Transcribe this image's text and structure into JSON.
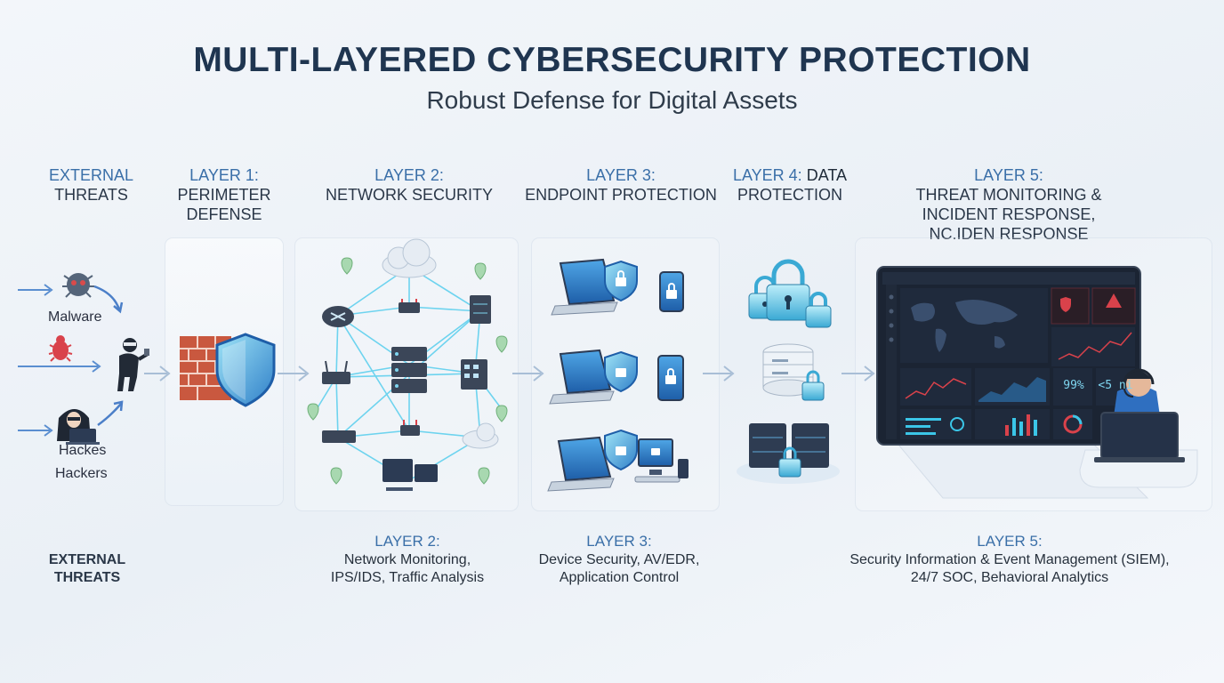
{
  "header": {
    "title": "MULTI-LAYERED CYBERSECURITY PROTECTION",
    "subtitle": "Robust Defense for Digital Assets"
  },
  "columns": {
    "external": {
      "line1": "EXTERNAL",
      "line2": "THREATS"
    },
    "layer1": {
      "line1": "LAYER 1:",
      "line2": "PERIMETER\nDEFENSE"
    },
    "layer2": {
      "line1": "LAYER 2:",
      "line2": "NETWORK SECURITY"
    },
    "layer3": {
      "line1": "LAYER 3:",
      "line2": "ENDPOINT PROTECTION"
    },
    "layer4": {
      "line1a": "LAYER 4:",
      "line1b": " DATA",
      "line2": "PROTECTION"
    },
    "layer5": {
      "line1": "LAYER 5:",
      "line2": "THREAT MONITORING &\nINCIDENT RESPONSE,\nNC.IDEN RESPONSE"
    }
  },
  "threats": {
    "malware_label": "Malware",
    "hackers_label_1": "Hackes",
    "hackers_label_2": "Hackers"
  },
  "bottom": {
    "external": {
      "text": "EXTERNAL\nTHREATS"
    },
    "layer2": {
      "heading": "LAYER 2:",
      "desc": "Network Monitoring,\nIPS/IDS, Traffic Analysis"
    },
    "layer3": {
      "heading": "LAYER 3:",
      "desc": "Device Security, AV/EDR,\nApplication Control"
    },
    "layer5": {
      "heading": "LAYER 5:",
      "desc": "Security Information & Event Management (SIEM),\n24/7 SOC, Behavioral Analytics"
    }
  },
  "dashboard": {
    "stat1": "99%",
    "stat2": "<5 ni"
  },
  "colors": {
    "accent_blue": "#3a6fa8",
    "cyan": "#3bc6e8",
    "brick": "#c9583f",
    "dark_panel": "#1b2433",
    "alert_red": "#d9424b"
  }
}
